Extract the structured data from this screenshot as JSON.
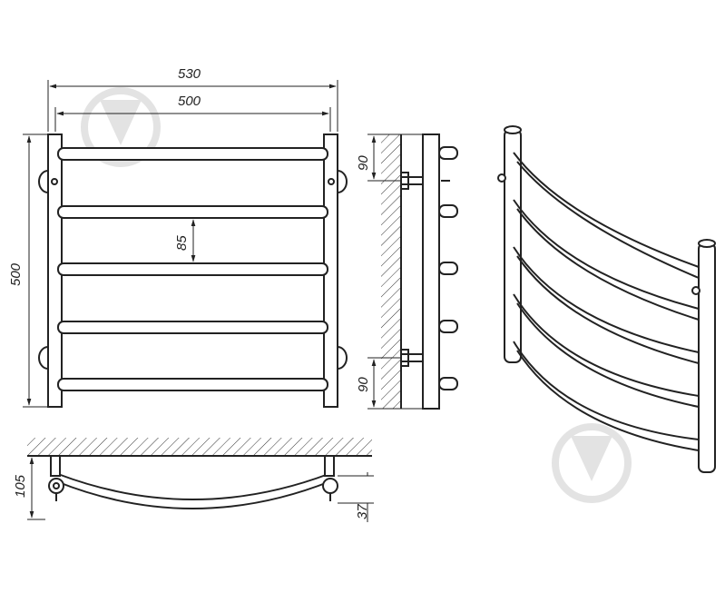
{
  "dimensions": {
    "overall_width": "530",
    "center_width": "500",
    "height": "500",
    "rail_spacing": "85",
    "top_offset": "90",
    "bottom_offset": "90",
    "depth": "105",
    "bow_depth": "37"
  }
}
